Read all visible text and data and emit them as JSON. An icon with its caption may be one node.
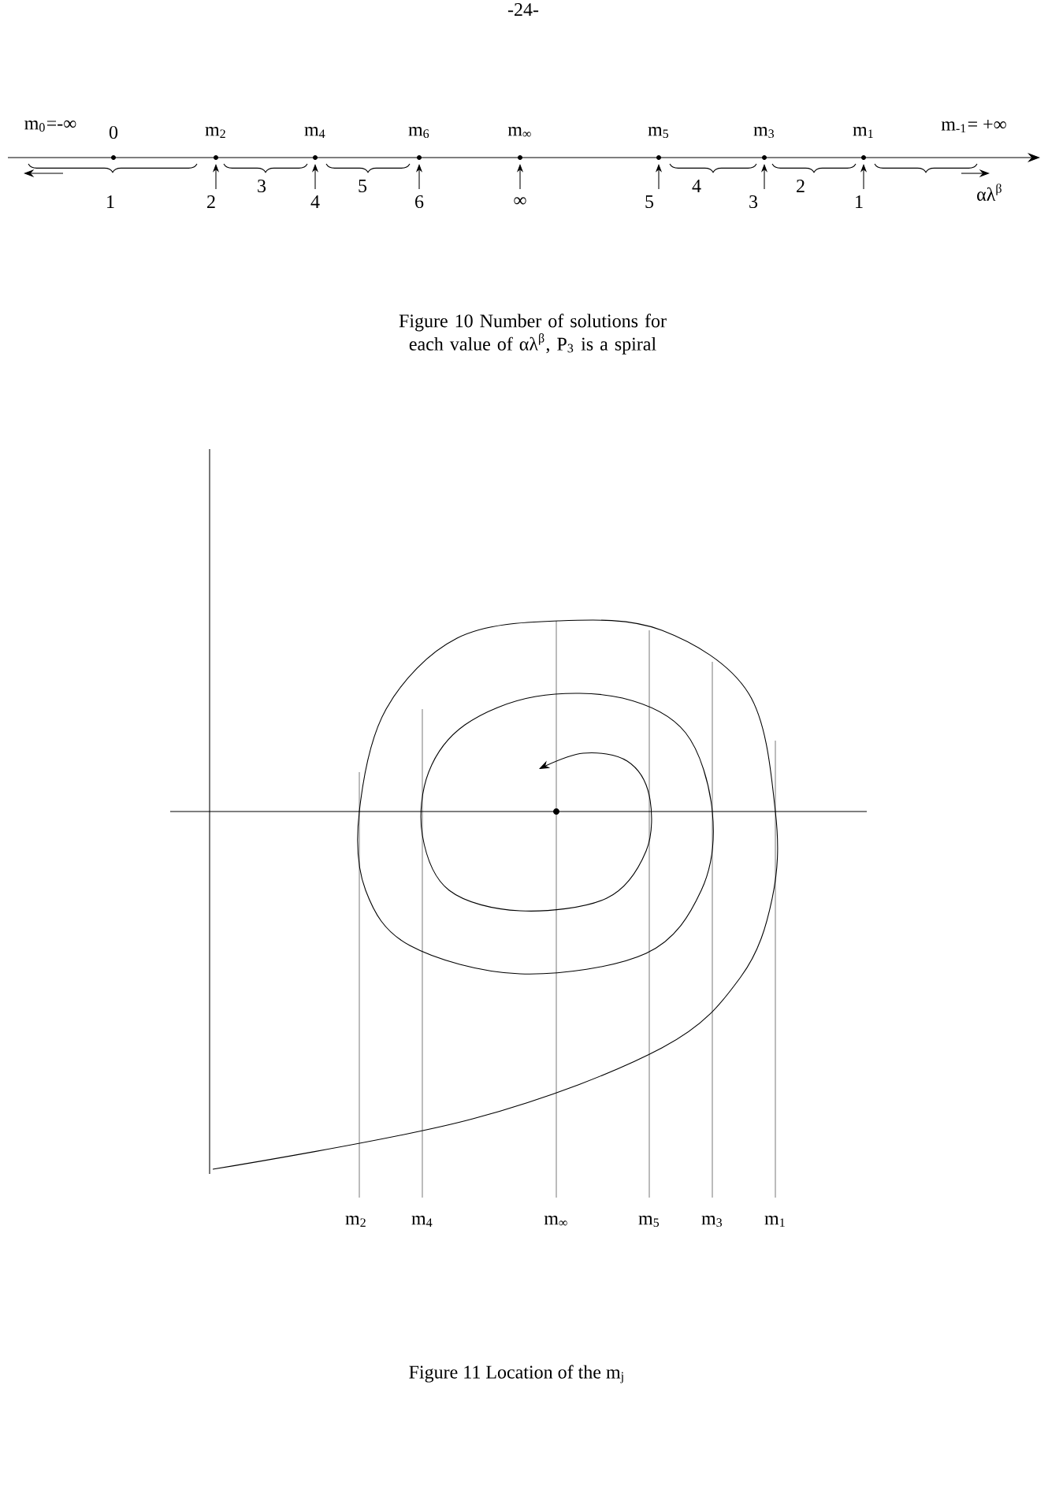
{
  "diagram": {
    "labels": [
      "-24-",
      "m$_{0}$=-∞",
      "0",
      "m$_{2}$",
      "m$_{4}$",
      "m$_{6}$",
      "m$_{∞}$",
      "m$_{5}$",
      "m$_{3}$",
      "m$_{1}$",
      "m$_{-1}$= +∞",
      "1",
      "2",
      "3",
      "4",
      "5",
      "6",
      "∞",
      "5",
      "4",
      "3",
      "2",
      "1",
      "αλ$^{β}$",
      "Figure 10   Number of solutions for each value of αλ$^{β}$, P$_{3}$ is a spiral",
      "m$_{2}$",
      "m$_{4}$",
      "m$_{∞}$",
      "m$_{5}$",
      "m$_{3}$",
      "m$_{1}$",
      "Figure 11   Location of the m$_{j}$"
    ]
  }
}
